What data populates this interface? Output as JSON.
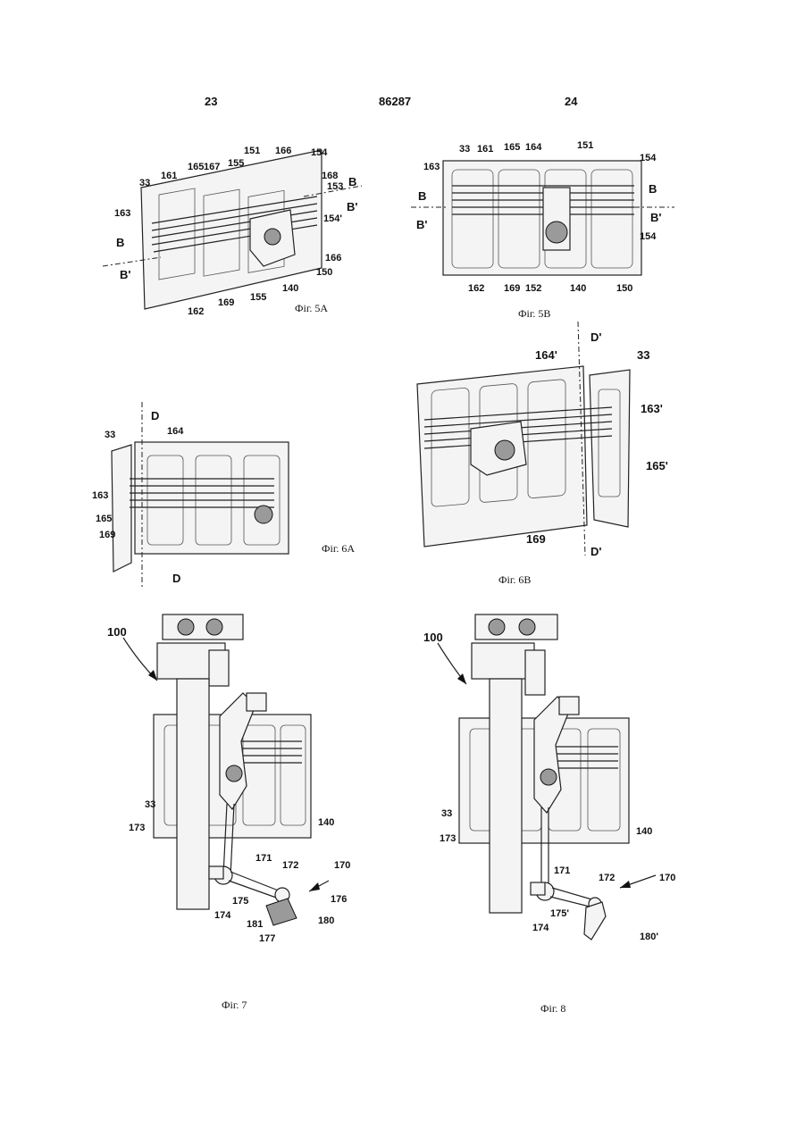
{
  "header": {
    "page_left": "23",
    "doc_number": "86287",
    "page_right": "24"
  },
  "figures": {
    "fig5a": {
      "caption": "Фіг. 5А",
      "labels": [
        "33",
        "161",
        "165",
        "167",
        "155",
        "151",
        "166",
        "154",
        "168",
        "153",
        "B",
        "B'",
        "154'",
        "166",
        "150",
        "140",
        "155",
        "169",
        "162",
        "163",
        "B",
        "B'"
      ]
    },
    "fig5b": {
      "caption": "Фіг. 5В",
      "labels": [
        "33",
        "161",
        "165",
        "164",
        "151",
        "154",
        "163",
        "B",
        "B'",
        "B",
        "B'",
        "154",
        "162",
        "169",
        "152",
        "140",
        "150"
      ]
    },
    "fig6a": {
      "caption": "Фіг. 6А",
      "labels": [
        "D",
        "33",
        "164",
        "163",
        "165",
        "169",
        "D"
      ]
    },
    "fig6b": {
      "caption": "Фіг. 6В",
      "labels": [
        "D'",
        "33",
        "164'",
        "163'",
        "165'",
        "169",
        "D'"
      ]
    },
    "fig7": {
      "caption": "Фіг. 7",
      "labels": [
        "100",
        "33",
        "173",
        "140",
        "171",
        "172",
        "170",
        "174",
        "175",
        "176",
        "181",
        "177",
        "180"
      ]
    },
    "fig8": {
      "caption": "Фіг. 8",
      "labels": [
        "100",
        "33",
        "173",
        "140",
        "171",
        "172",
        "170",
        "174",
        "175'",
        "180'"
      ]
    }
  }
}
